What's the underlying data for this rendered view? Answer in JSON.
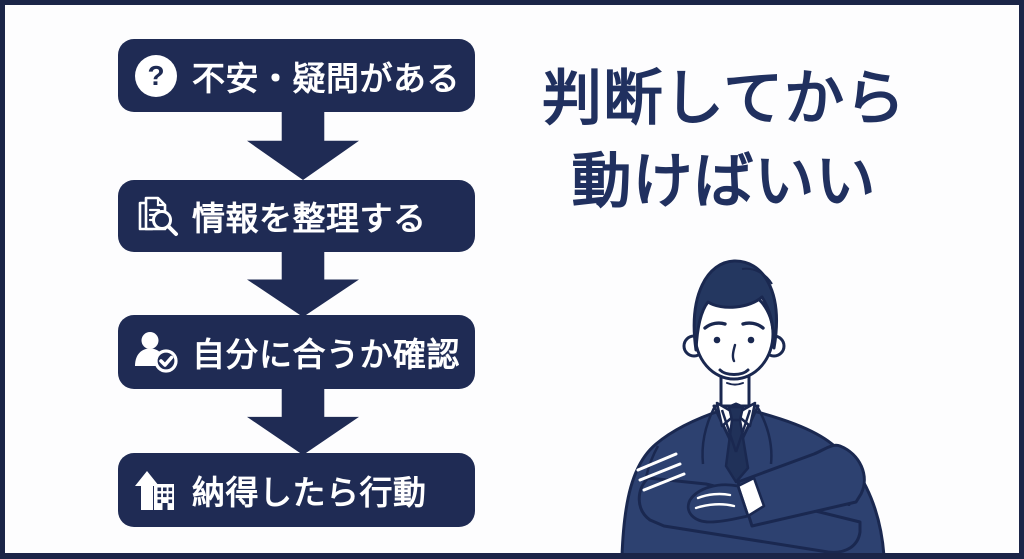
{
  "colors": {
    "frame_border": "#1b2548",
    "background": "#fdfdfe",
    "box": "#1f2b54",
    "box_text": "#ffffff",
    "arrow": "#1f2b54",
    "heading": "#20305f",
    "suit": "#2d4170",
    "line": "#1a2850"
  },
  "flowchart": {
    "steps": [
      {
        "label": "不安・疑問がある",
        "icon": "question-icon"
      },
      {
        "label": "情報を整理する",
        "icon": "document-search-icon"
      },
      {
        "label": "自分に合うか確認",
        "icon": "person-check-icon"
      },
      {
        "label": "納得したら行動",
        "icon": "building-arrow-icon"
      }
    ]
  },
  "heading": {
    "line1": "判断してから",
    "line2": "動けばいい"
  },
  "illustration": {
    "name": "businessman-arms-crossed"
  }
}
